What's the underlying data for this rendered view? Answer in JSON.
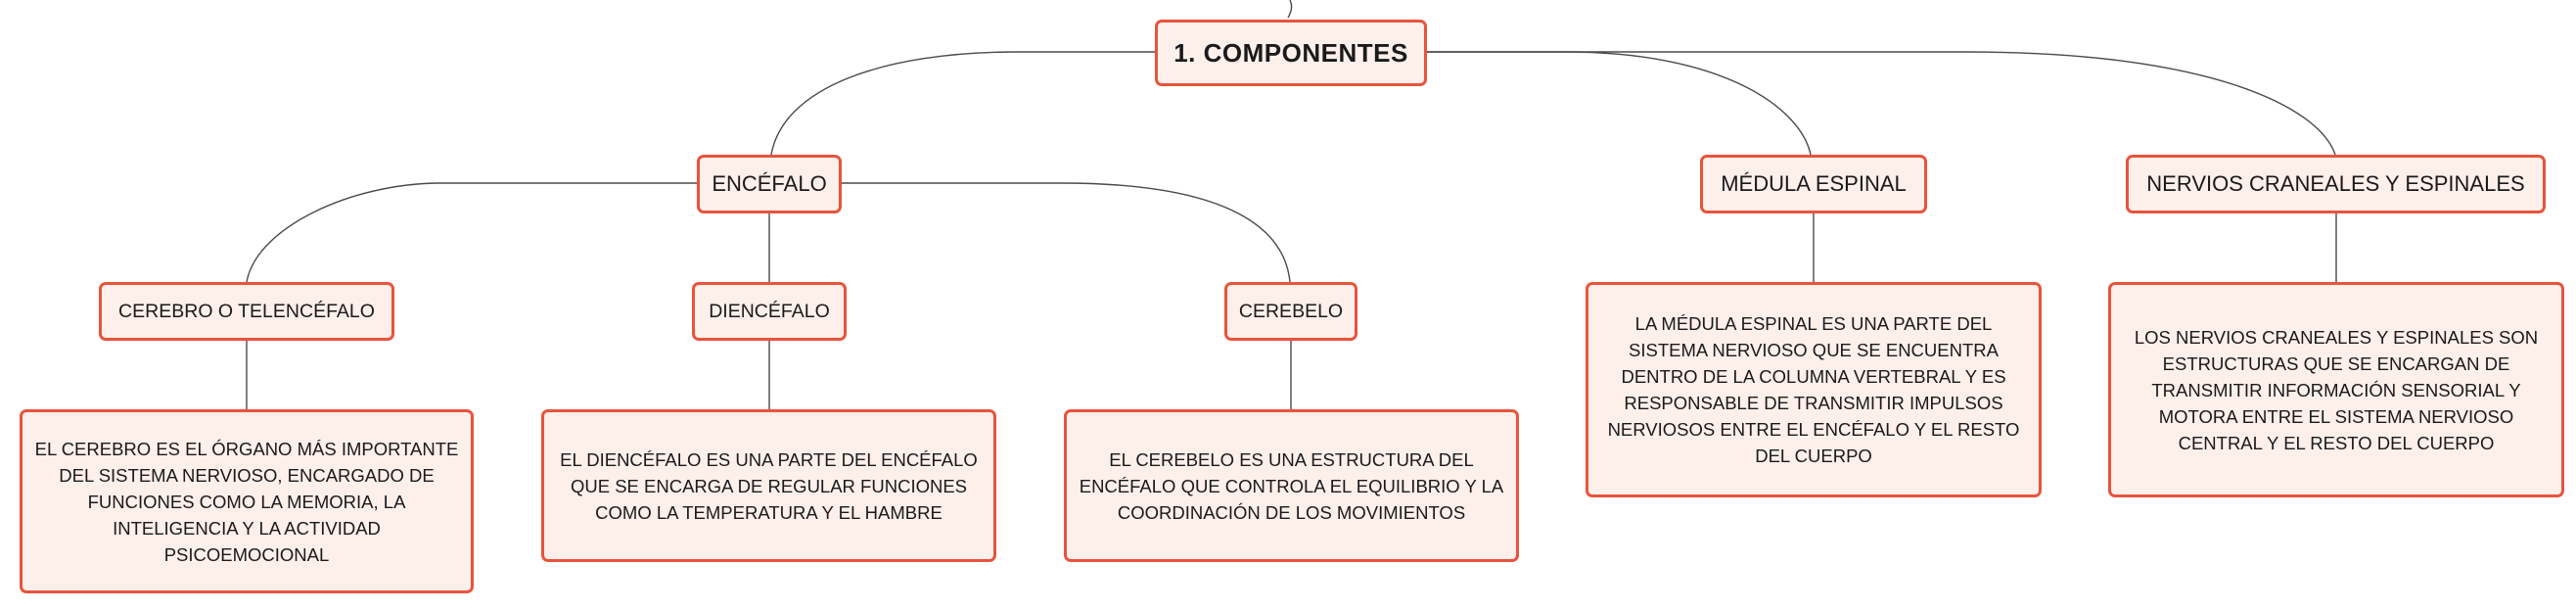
{
  "map": {
    "root": {
      "label": "1. COMPONENTES"
    },
    "branches": {
      "encefalo": {
        "label": "ENCÉFALO",
        "children": {
          "cerebro": {
            "label": "CEREBRO O TELENCÉFALO",
            "description": "EL CEREBRO ES EL ÓRGANO MÁS IMPORTANTE DEL SISTEMA NERVIOSO, ENCARGADO DE FUNCIONES COMO LA MEMORIA, LA INTELIGENCIA Y LA ACTIVIDAD PSICOEMOCIONAL"
          },
          "diencefalo": {
            "label": "DIENCÉFALO",
            "description": "EL DIENCÉFALO ES UNA PARTE DEL ENCÉFALO QUE SE ENCARGA DE REGULAR FUNCIONES COMO LA TEMPERATURA Y EL HAMBRE"
          },
          "cerebelo": {
            "label": "CEREBELO",
            "description": "EL CEREBELO ES UNA ESTRUCTURA DEL ENCÉFALO QUE CONTROLA EL EQUILIBRIO Y LA COORDINACIÓN DE LOS MOVIMIENTOS"
          }
        }
      },
      "medula": {
        "label": "MÉDULA ESPINAL",
        "description": "LA MÉDULA ESPINAL ES UNA PARTE DEL SISTEMA NERVIOSO QUE SE ENCUENTRA DENTRO DE LA COLUMNA VERTEBRAL Y ES RESPONSABLE DE TRANSMITIR IMPULSOS NERVIOSOS ENTRE EL ENCÉFALO Y EL RESTO DEL CUERPO"
      },
      "nervios": {
        "label": "NERVIOS CRANEALES Y ESPINALES",
        "description": "LOS NERVIOS CRANEALES Y ESPINALES SON ESTRUCTURAS QUE SE ENCARGAN DE TRANSMITIR INFORMACIÓN SENSORIAL Y MOTORA ENTRE EL SISTEMA NERVIOSO CENTRAL Y EL RESTO DEL CUERPO"
      }
    }
  },
  "colors": {
    "node_border": "#e8543c",
    "node_fill": "#fdefea",
    "connector": "#4a4a4a",
    "text": "#1a1a1a"
  }
}
